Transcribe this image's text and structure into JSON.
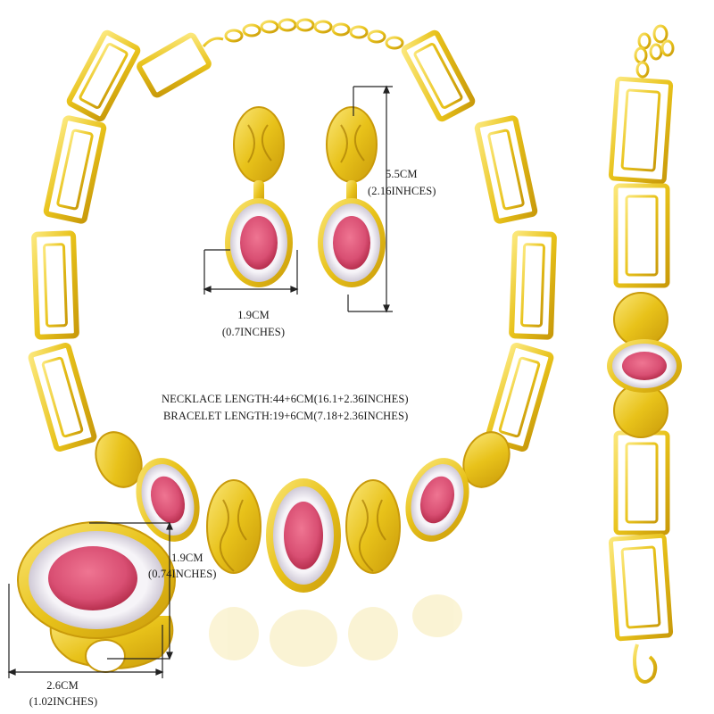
{
  "product": {
    "items": [
      "necklace",
      "earrings",
      "bracelet",
      "ring"
    ],
    "colors": {
      "gold": "#e8c21a",
      "gold_dark": "#c99a0a",
      "gold_light": "#fbe77a",
      "stone": "#d94f73",
      "stone_dark": "#b8304f",
      "crystal": "#e4e1ea",
      "background": "#ffffff",
      "measure_line": "#222222"
    }
  },
  "labels": {
    "necklace_length": "NECKLACE LENGTH:44+6CM(16.1+2.36INCHES)",
    "bracelet_length": "BRACELET LENGTH:19+6CM(7.18+2.36INCHES)",
    "earring_width_cm": "1.9CM",
    "earring_width_in": "(0.7INCHES)",
    "earring_height_cm": "5.5CM",
    "earring_height_in": "(2.16INHCES)",
    "ring_height_cm": "1.9CM",
    "ring_height_in": "(0.74INCHES)",
    "ring_width_cm": "2.6CM",
    "ring_width_in": "(1.02INCHES)"
  }
}
